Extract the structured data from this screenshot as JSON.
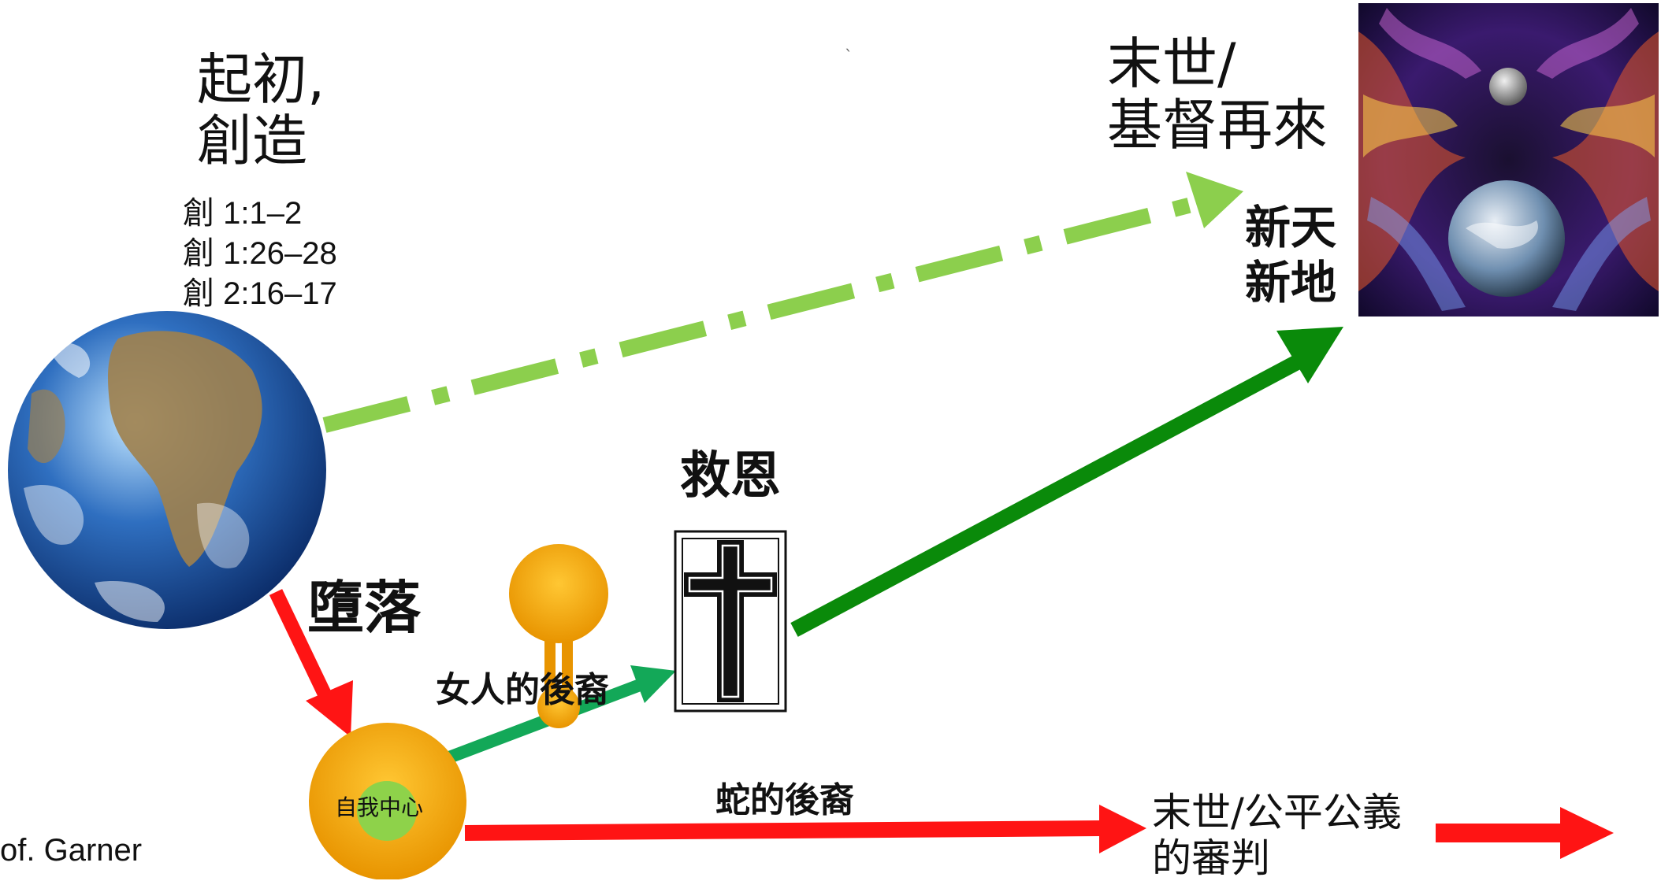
{
  "creation": {
    "title_line1": "起初,",
    "title_line2": "創造",
    "refs": [
      "創 1:1–2",
      "創 1:26–28",
      "創 2:16–17"
    ]
  },
  "end_times": {
    "title_line1": "末世/",
    "title_line2": "基督再來"
  },
  "new_heaven": {
    "line1": "新天",
    "line2": "新地"
  },
  "salvation": {
    "label": "救恩"
  },
  "fall": {
    "label": "墮落"
  },
  "woman_seed": {
    "label": "女人的後裔"
  },
  "serpent_seed": {
    "label": "蛇的後裔"
  },
  "judgment": {
    "line1": "末世/公平公義",
    "line2": "的審判"
  },
  "self_center": {
    "label": "自我中心"
  },
  "credit": {
    "text": "of. Garner"
  },
  "stray_mark": {
    "text": "`"
  },
  "colors": {
    "light_green": "#8ccf4d",
    "dark_green": "#0a8a0a",
    "teal_green": "#13a858",
    "red": "#ff1414",
    "orange": "#f5a800",
    "self_green": "#8ed24a"
  },
  "icons": [
    "earth-globe-icon",
    "cosmic-planets-image",
    "cross-icon"
  ]
}
